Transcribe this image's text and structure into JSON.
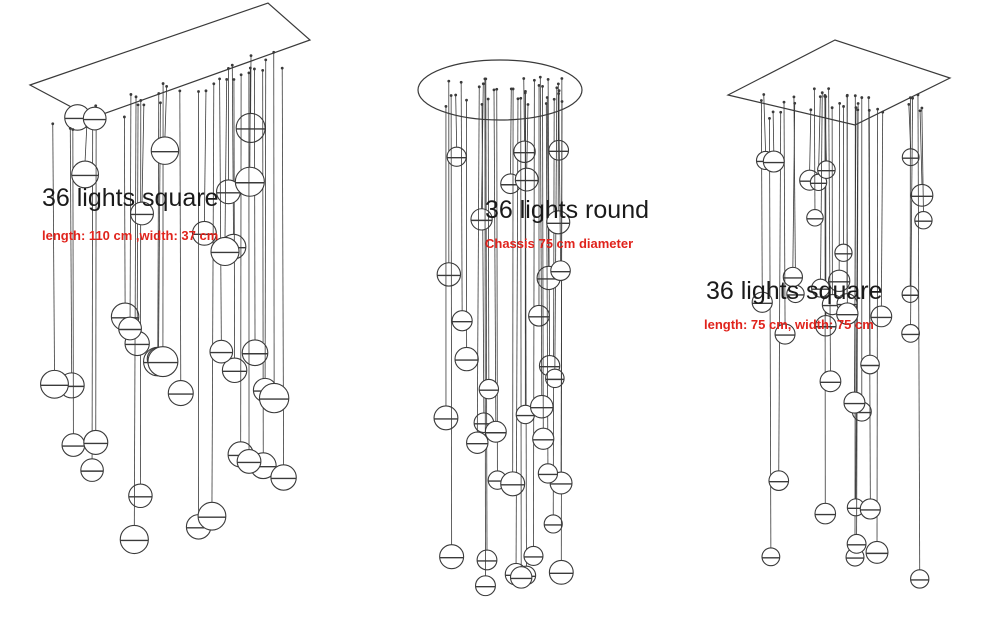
{
  "colors": {
    "line": "#3a3a3a",
    "label": "#1a1a1a",
    "dimension": "#e0231c",
    "background": "#ffffff"
  },
  "chandeliers": [
    {
      "shape": "rectangle",
      "title": "36 lights square",
      "dimensions": "length: 110 cm ,width: 37 cm"
    },
    {
      "shape": "circle",
      "title": "36 lights round",
      "dimensions": "Chassis 75 cm diameter"
    },
    {
      "shape": "square",
      "title": "36 lights square",
      "dimensions": "length: 75 cm, width: 75 cm"
    }
  ]
}
